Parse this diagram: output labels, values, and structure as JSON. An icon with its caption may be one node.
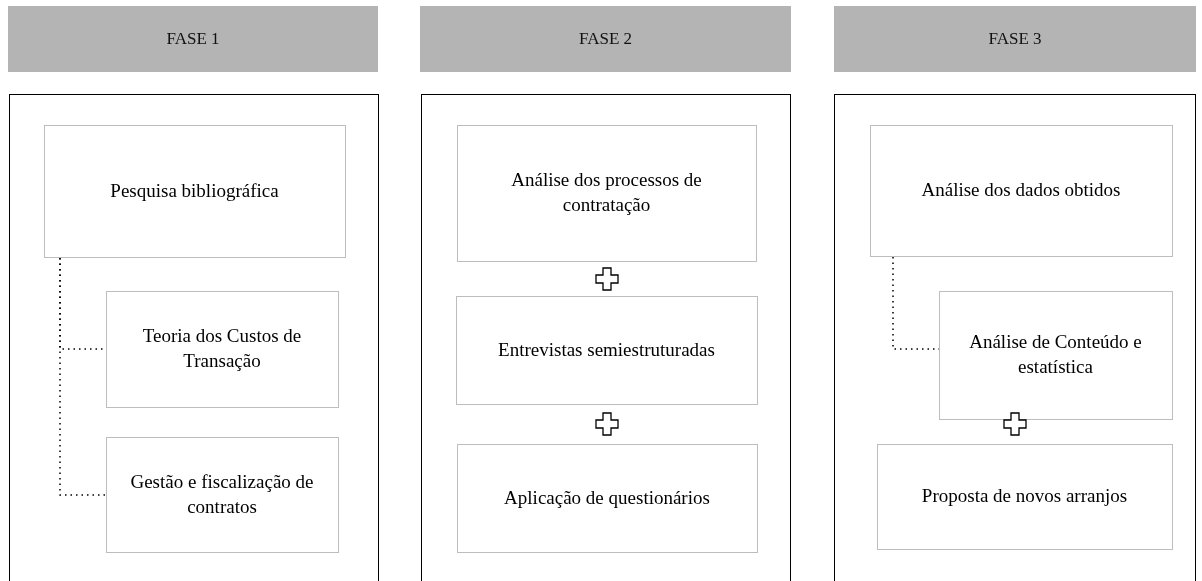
{
  "diagram": {
    "nodes": [
      {
        "text": [
          "FASE 1"
        ]
      },
      {
        "text": [],
        "shape": "box"
      },
      {
        "text": [
          "Pesquisa bibliográfica"
        ],
        "in": 1
      },
      {
        "text": [
          "Teoria dos Custos de Transação"
        ],
        "in": 1
      },
      {
        "text": [
          "Gestão e fiscalização de contratos"
        ],
        "in": 1
      },
      {
        "text": [
          "FASE 2"
        ]
      },
      {
        "text": [],
        "shape": "box"
      },
      {
        "text": [
          "Análise dos processos de contratação"
        ],
        "in": 6
      },
      {
        "text": [
          "Entrevistas semiestruturadas"
        ],
        "in": 6
      },
      {
        "text": [
          "Aplicação de questionários"
        ],
        "in": 6
      },
      {
        "text": [
          "FASE 3"
        ]
      },
      {
        "text": [],
        "shape": "box"
      },
      {
        "text": [
          "Análise dos dados obtidos"
        ],
        "in": 11
      },
      {
        "text": [
          "Análise de Conteúdo e estatística"
        ],
        "in": 11
      },
      {
        "text": [
          "Proposta de novos arranjos"
        ],
        "in": 11
      }
    ],
    "edges": [
      {
        "from": 2,
        "to": 3,
        "arrow": "none",
        "style": "dashed"
      },
      {
        "from": 2,
        "to": 4,
        "arrow": "none",
        "style": "dashed"
      },
      {
        "from": 12,
        "to": 13,
        "arrow": "none",
        "style": "dashed"
      }
    ]
  }
}
